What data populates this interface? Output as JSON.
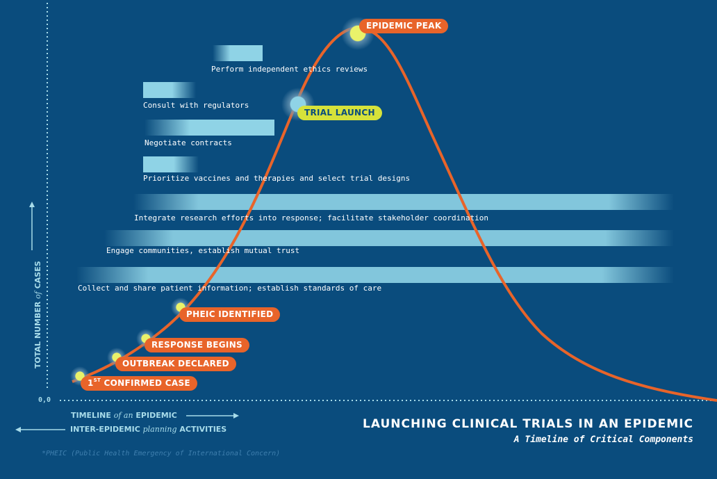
{
  "title": "LAUNCHING CLINICAL TRIALS IN AN EPIDEMIC",
  "subtitle": "A Timeline of Critical Components",
  "footnote": "*PHEIC (Public Health Emergency of International Concern)",
  "axes": {
    "origin": "0,0",
    "y_label_pre": "TOTAL NUMBER",
    "y_label_em": "of",
    "y_label_post": "CASES",
    "x_label_pre": "TIMELINE",
    "x_label_em": "of an",
    "x_label_post": "EPIDEMIC",
    "x2_label_pre": "INTER-EPIDEMIC",
    "x2_label_em": "planning",
    "x2_label_post": "ACTIVITIES"
  },
  "milestones": [
    {
      "id": "first-case",
      "pre": "1",
      "sup": "ST",
      "post": " CONFIRMED CASE",
      "color": "orange"
    },
    {
      "id": "outbreak",
      "label": "OUTBREAK DECLARED",
      "color": "orange"
    },
    {
      "id": "response",
      "label": "RESPONSE BEGINS",
      "color": "orange"
    },
    {
      "id": "pheic",
      "label": "PHEIC IDENTIFIED",
      "color": "orange"
    },
    {
      "id": "trial",
      "label": "TRIAL LAUNCH",
      "color": "yellow"
    },
    {
      "id": "peak",
      "label": "EPIDEMIC PEAK",
      "color": "orange"
    }
  ],
  "activities": [
    {
      "id": "ethics",
      "label": "Perform independent ethics reviews"
    },
    {
      "id": "regulators",
      "label": "Consult with regulators"
    },
    {
      "id": "contracts",
      "label": "Negotiate contracts"
    },
    {
      "id": "prioritize",
      "label": "Prioritize vaccines and therapies and select trial designs"
    },
    {
      "id": "integrate",
      "label": "Integrate research efforts into response; facilitate stakeholder coordination"
    },
    {
      "id": "engage",
      "label": "Engage communities, establish mutual trust"
    },
    {
      "id": "collect",
      "label": "Collect and share patient information; establish standards of care"
    }
  ],
  "colors": {
    "background": "#0a4c7d",
    "curve": "#e8642a",
    "bar": "#8fd3e6",
    "accent_yellow": "#d6e23a",
    "axis": "#a8dcea"
  }
}
